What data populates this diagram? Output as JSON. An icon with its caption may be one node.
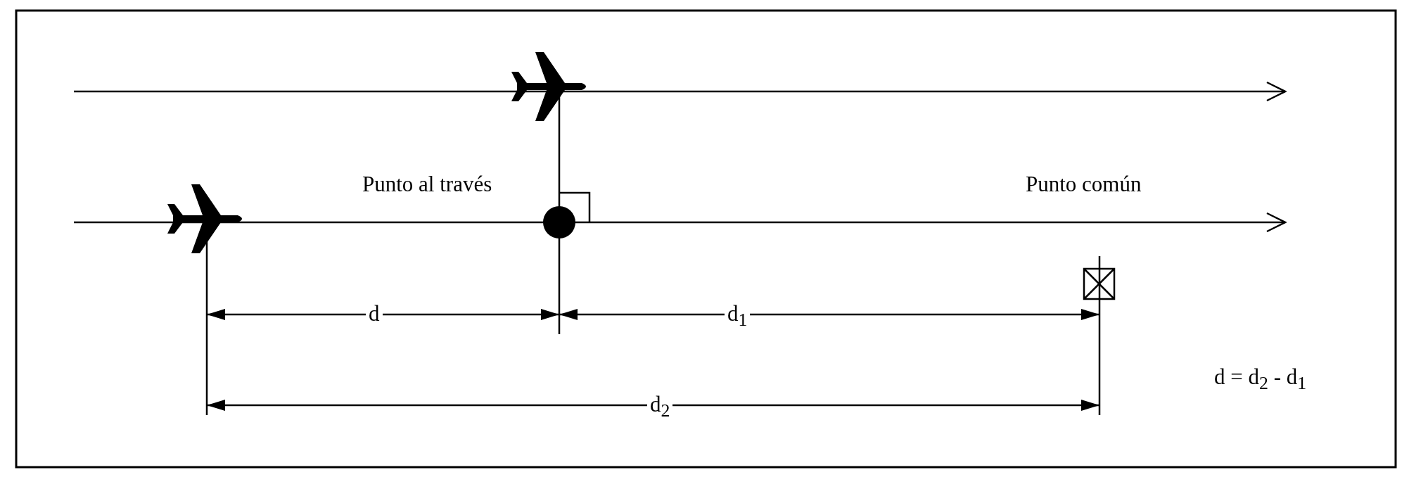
{
  "diagram": {
    "labels": [
      "Punto al través",
      "Punto común",
      "d",
      "d$_{1}$",
      "d$_{2}$",
      "d = d$_{2}$ - d$_{1}$"
    ]
  }
}
